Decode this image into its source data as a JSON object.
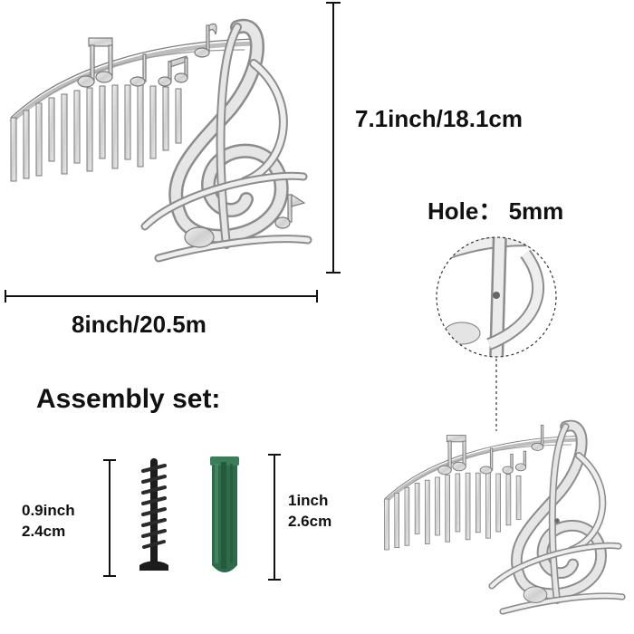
{
  "dimensions": {
    "height_label": "7.1inch/18.1cm",
    "width_label": "8inch/20.5m",
    "hole_label": "Hole： 5mm"
  },
  "assembly": {
    "title": "Assembly set:",
    "screw_label_in": "0.9inch",
    "screw_label_cm": "2.4cm",
    "anchor_label_in": "1inch",
    "anchor_label_cm": "2.6cm"
  },
  "colors": {
    "metal_fill": "#dcdcdc",
    "metal_edge": "#7a7a7a",
    "dimension_line": "#111111",
    "anchor_green": "#2f6a4a",
    "screw_black": "#1c1c1c"
  }
}
